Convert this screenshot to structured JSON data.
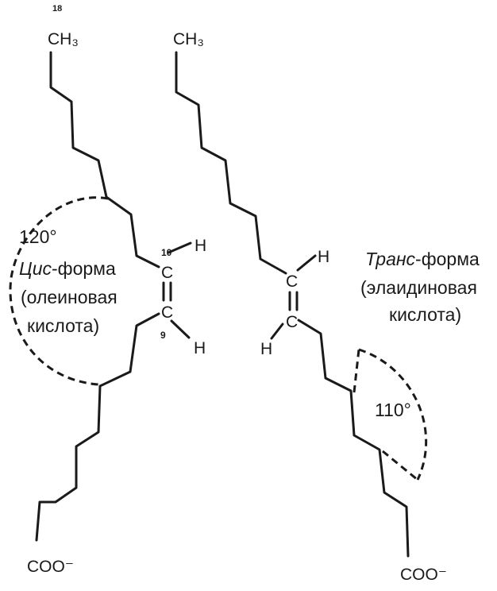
{
  "cis": {
    "carbon_number_18": "18",
    "methyl": "CH₃",
    "carbon_number_10": "10",
    "carbon_number_9": "9",
    "carbon_upper": "C",
    "carbon_lower": "C",
    "hydrogen_upper": "H",
    "hydrogen_lower": "H",
    "angle": "120°",
    "name_prefix": "Цис",
    "name_suffix": "-форма",
    "acid_line1": "(олеиновая",
    "acid_line2": "кислота)",
    "carboxylate": "COO⁻"
  },
  "trans": {
    "methyl": "CH₃",
    "carbon_upper": "C",
    "carbon_lower": "C",
    "hydrogen_upper": "H",
    "hydrogen_lower": "H",
    "angle": "110°",
    "name_prefix": "Транс",
    "name_suffix": "-форма",
    "acid_line1": "(элаидиновая",
    "acid_line2": "кислота)",
    "carboxylate": "COO⁻"
  }
}
